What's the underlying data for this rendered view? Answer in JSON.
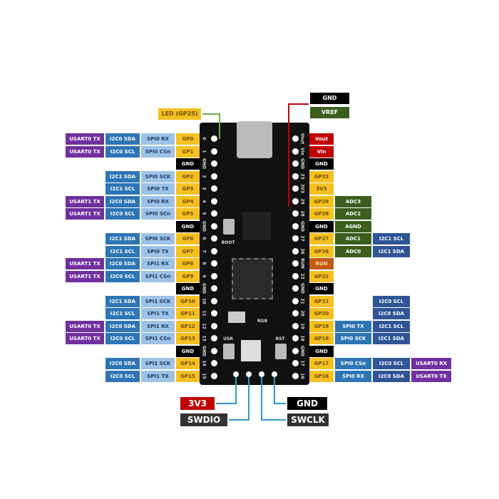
{
  "colors": {
    "usart": "#7030a0",
    "i2c": "#2e75b6",
    "spi": "#9dc3e6",
    "gp": "#f5c020",
    "gnd": "#000000",
    "power": "#c00000",
    "adc": "#3a5f1e",
    "run": "#c55a11"
  },
  "top": {
    "led": "LED (GP25)",
    "gnd": "GND",
    "vref": "VREF"
  },
  "left_rows": [
    {
      "usart": "USART0 TX",
      "i2c": "I2C0 SDA",
      "spi": "SPI0 RX",
      "pin": "GP0",
      "silk": "0"
    },
    {
      "usart": "USART0 TX",
      "i2c": "I2C0 SCL",
      "spi": "SPI0 CSn",
      "pin": "GP1",
      "silk": "1"
    },
    {
      "pin": "GND",
      "silk": "GND"
    },
    {
      "i2c": "I2C1 SDA",
      "spi": "SPI0 SCK",
      "pin": "GP2",
      "silk": "2"
    },
    {
      "i2c": "I2C1 SCL",
      "spi": "SPI0 TX",
      "pin": "GP3",
      "silk": "3"
    },
    {
      "usart": "USART1 TX",
      "i2c": "I2C0 SDA",
      "spi": "SPI0 RX",
      "pin": "GP4",
      "silk": "4"
    },
    {
      "usart": "USART1 TX",
      "i2c": "I2C0 SCL",
      "spi": "SPI0 SCn",
      "pin": "GP5",
      "silk": "5"
    },
    {
      "pin": "GND",
      "silk": "GND"
    },
    {
      "i2c": "I2C1 SDA",
      "spi": "SPI0 SCK",
      "pin": "GP6",
      "silk": "6"
    },
    {
      "i2c": "I2C1 SCL",
      "spi": "SPI0 TX",
      "pin": "GP7",
      "silk": "7"
    },
    {
      "usart": "USART1 TX",
      "i2c": "I2C0 SDA",
      "spi": "SPI1 RX",
      "pin": "GP8",
      "silk": "8"
    },
    {
      "usart": "USART1 TX",
      "i2c": "I2C0 SCL",
      "spi": "SPI1 CSn",
      "pin": "GP9",
      "silk": "9"
    },
    {
      "pin": "GND",
      "silk": "GND"
    },
    {
      "i2c": "I2C1 SDA",
      "spi": "SPI1 SCK",
      "pin": "GP10",
      "silk": "10"
    },
    {
      "i2c": "I2C1 SCL",
      "spi": "SPI1 TX",
      "pin": "GP11",
      "silk": "11"
    },
    {
      "usart": "USART0 TX",
      "i2c": "I2C0 SDA",
      "spi": "SPI1 RX",
      "pin": "GP12",
      "silk": "12"
    },
    {
      "usart": "USART0 TX",
      "i2c": "I2C0 SCL",
      "spi": "SPI1 CSn",
      "pin": "GP13",
      "silk": "13"
    },
    {
      "pin": "GND",
      "silk": "GND"
    },
    {
      "i2c": "I2C0 SDA",
      "spi": "SPI1 SCK",
      "pin": "GP14",
      "silk": "14"
    },
    {
      "i2c": "I2C0 SCL",
      "spi": "SPI1 TX",
      "pin": "GP15",
      "silk": "15"
    }
  ],
  "right_rows": [
    {
      "pin": "Vout",
      "silk": "Vout"
    },
    {
      "pin": "Vin",
      "silk": "Vin"
    },
    {
      "pin": "GND",
      "silk": "GND"
    },
    {
      "pin": "GP23",
      "silk": "23"
    },
    {
      "pin": "3V3",
      "silk": "3V3"
    },
    {
      "pin": "GP29",
      "c2": "ADC3",
      "silk": "29"
    },
    {
      "pin": "GP28",
      "c2": "ADC2",
      "silk": "28"
    },
    {
      "pin": "GND",
      "c2": "AGND",
      "silk": "GND"
    },
    {
      "pin": "GP27",
      "c2": "ADC1",
      "c3": "I2C1 SCL",
      "silk": "27"
    },
    {
      "pin": "GP26",
      "c2": "ADC0",
      "c3": "I2C1 SDA",
      "silk": "26"
    },
    {
      "pin": "RUN",
      "silk": "RUN"
    },
    {
      "pin": "GP22",
      "silk": "22"
    },
    {
      "pin": "GND",
      "silk": "GND"
    },
    {
      "pin": "GP21",
      "c3": "I2C0 SCL",
      "silk": "21"
    },
    {
      "pin": "GP20",
      "c3": "I2C0 SDA",
      "silk": "20"
    },
    {
      "pin": "GP19",
      "c2": "SPI0 TX",
      "c3": "I2C1 SCL",
      "silk": "19"
    },
    {
      "pin": "GP18",
      "c2": "SPI0 SCK",
      "c3": "I2C1 SDA",
      "silk": "18"
    },
    {
      "pin": "GND",
      "silk": "GND"
    },
    {
      "pin": "GP17",
      "c2": "SPI0 CSn",
      "c3": "I2C0 SCL",
      "c4": "USART0 RX",
      "silk": "17"
    },
    {
      "pin": "GP16",
      "c2": "SPI0 RX",
      "c3": "I2C0 SDA",
      "c4": "USART0 TX",
      "silk": "16"
    }
  ],
  "board_labels": {
    "boot": "BOOT",
    "usr": "USR",
    "rst": "RST",
    "rgb": "RGB"
  },
  "debug": {
    "v33": "3V3",
    "gnd": "GND",
    "swdio": "SWDIO",
    "swclk": "SWCLK"
  }
}
